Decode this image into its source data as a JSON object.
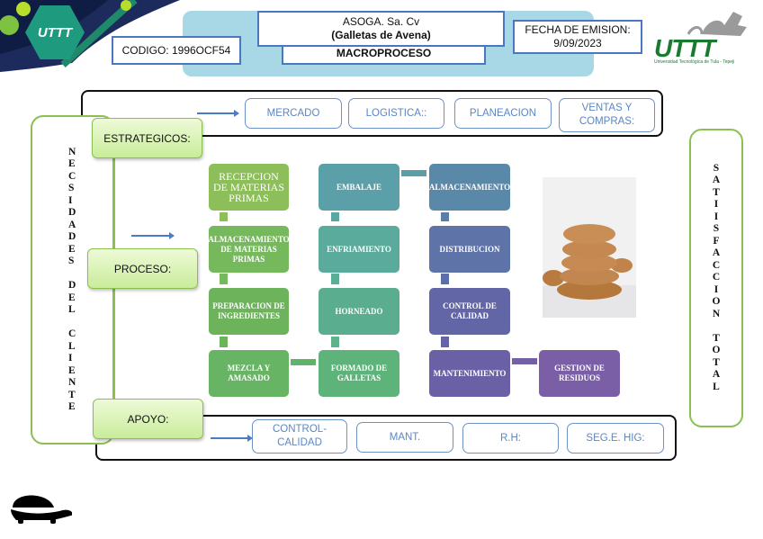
{
  "header": {
    "codigo": "CODIGO: 1996OCF54",
    "company": "ASOGA. Sa. Cv",
    "product": "(Galletas de Avena)",
    "macro": "MACROPROCESO",
    "fecha_label": "FECHA DE EMISION:",
    "fecha_value": "9/09/2023",
    "logo_text": "UTTT",
    "logo_subtitle": "Universidad Tecnológica de Tula - Tepeji"
  },
  "left_bar": {
    "letters": [
      "N",
      "E",
      "C",
      "S",
      "I",
      "D",
      "A",
      "D",
      "E",
      "S",
      "",
      "D",
      "E",
      "L",
      "",
      "C",
      "L",
      "I",
      "E",
      "N",
      "T",
      "E"
    ]
  },
  "right_bar": {
    "letters": [
      "S",
      "A",
      "T",
      "I",
      "I",
      "S",
      "F",
      "A",
      "C",
      "C",
      "I",
      "O",
      "N",
      "",
      "T",
      "O",
      "T",
      "A",
      "L"
    ]
  },
  "categories": {
    "estrategicos": "ESTRATEGICOS:",
    "proceso": "PROCESO:",
    "apoyo": "APOYO:"
  },
  "strategic_items": [
    "MERCADO",
    "LOGISTICA::",
    "PLANEACION",
    "VENTAS Y COMPRAS:"
  ],
  "support_items": [
    "CONTROL-CALIDAD",
    "MANT.",
    "R.H:",
    "SEG.E. HIG:"
  ],
  "process_steps": {
    "recepcion": "RECEPCION DE MATERIAS PRIMAS",
    "almacen_mp": "ALMACENAMIENTO DE MATERIAS PRIMAS",
    "preparacion": "PREPARACION DE INGREDIENTES",
    "mezcla": "MEZCLA Y AMASADO",
    "formado": "FORMADO DE GALLETAS",
    "horneado": "HORNEADO",
    "enfriamiento": "ENFRIAMIENTO",
    "embalaje": "EMBALAJE",
    "almacenamiento": "ALMACENAMIENTO",
    "distribucion": "DISTRIBUCION",
    "control": "CONTROL DE CALIDAD",
    "mantenimiento": "MANTENIMIENTO",
    "residuos": "GESTION DE RESIDUOS"
  },
  "colors": {
    "green_light": "#8cbf5a",
    "green": "#6db35c",
    "teal": "#5aae95",
    "teal_blue": "#5b9ea8",
    "steel_blue": "#5a86a8",
    "indigo": "#5e6ea8",
    "purple": "#6b62a6",
    "violet": "#7a5ea6",
    "accent_blue": "#4a78c0",
    "border_green": "#8cc04e"
  }
}
